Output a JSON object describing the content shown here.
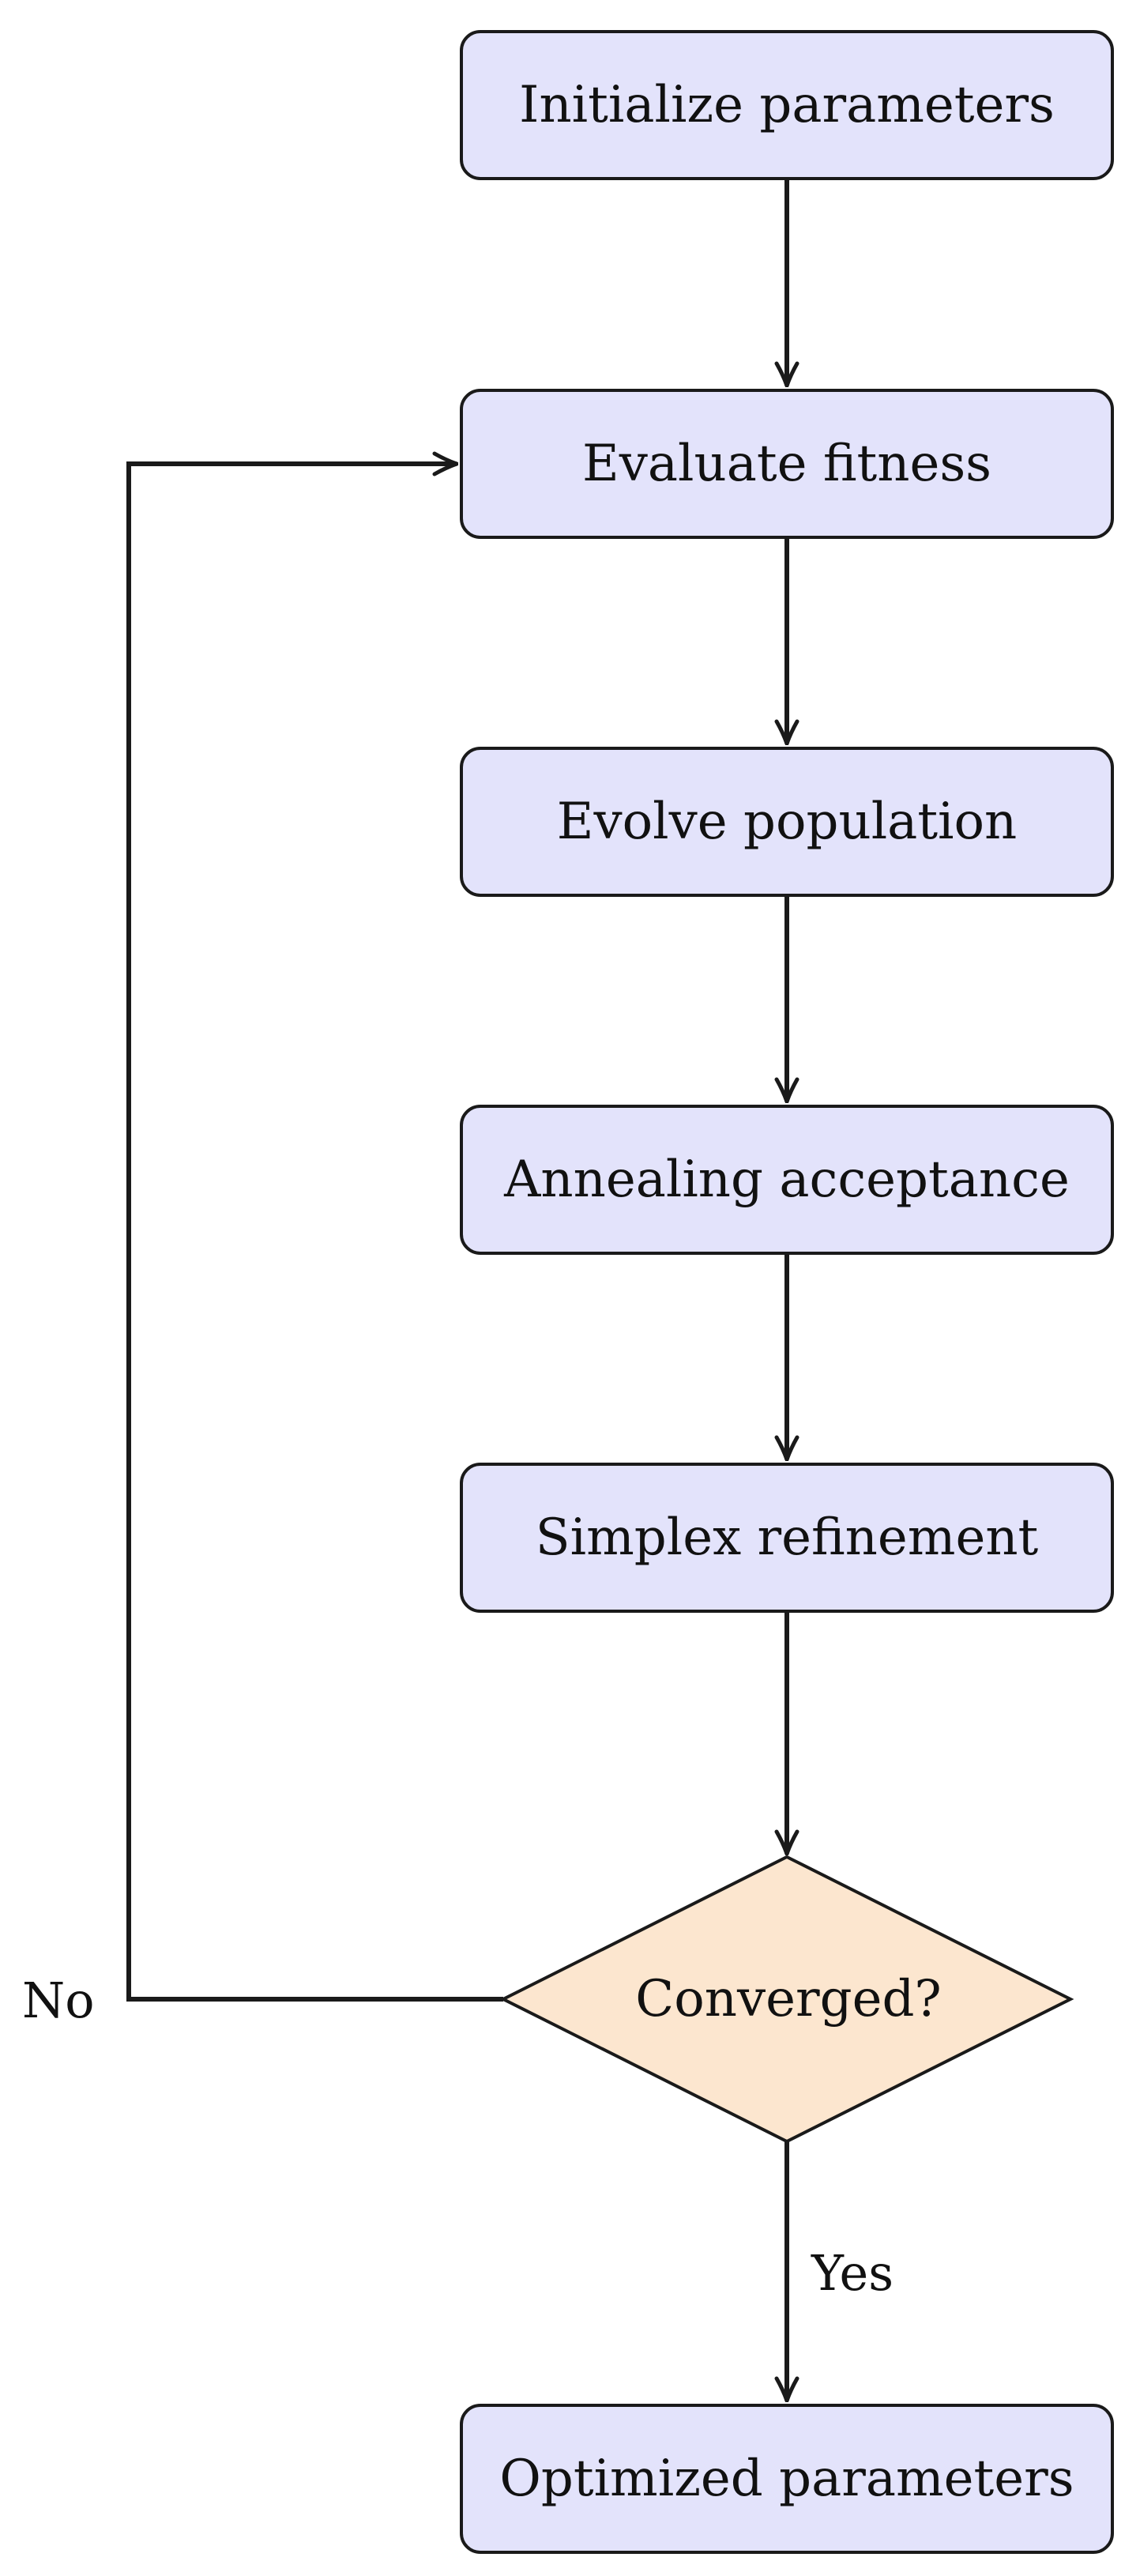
{
  "nodes": {
    "initialize": "Initialize parameters",
    "evaluate": "Evaluate fitness",
    "evolve": "Evolve population",
    "annealing": "Annealing acceptance",
    "simplex": "Simplex refinement",
    "decision": "Converged?",
    "output": "Optimized parameters"
  },
  "edges": {
    "yes": "Yes",
    "no": "No"
  },
  "colors": {
    "process_fill": "#e3e3fb",
    "decision_fill": "#fce6cf",
    "stroke": "#1a1a1a"
  }
}
